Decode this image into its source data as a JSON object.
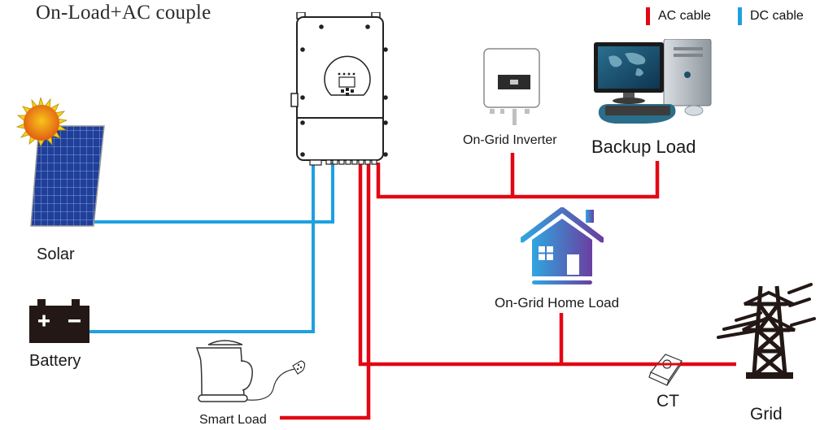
{
  "title": "On-Load+AC couple",
  "legend": [
    {
      "label": "AC cable",
      "color": "#e30613"
    },
    {
      "label": "DC cable",
      "color": "#1ea0e0"
    }
  ],
  "components": {
    "solar": {
      "label": "Solar",
      "icon": "solar-panel-icon"
    },
    "battery": {
      "label": "Battery",
      "icon": "battery-icon",
      "terminals": [
        "+",
        "−"
      ]
    },
    "hybrid_inverter": {
      "icon": "hybrid-inverter-icon"
    },
    "on_grid_inverter": {
      "label": "On-Grid Inverter",
      "icon": "on-grid-inverter-icon"
    },
    "backup_load": {
      "label": "Backup Load",
      "icon": "computer-icon"
    },
    "home_load": {
      "label": "On-Grid Home Load",
      "icon": "house-icon"
    },
    "smart_load": {
      "label": "Smart Load",
      "icon": "kettle-icon"
    },
    "ct": {
      "label": "CT",
      "icon": "ct-clamp-icon"
    },
    "grid": {
      "label": "Grid",
      "icon": "power-tower-icon"
    }
  },
  "connections": [
    {
      "from": "Solar",
      "to": "Inverter",
      "type": "DC cable"
    },
    {
      "from": "Battery",
      "to": "Inverter",
      "type": "DC cable"
    },
    {
      "from": "Inverter",
      "to": "On-Grid Inverter",
      "type": "AC cable"
    },
    {
      "from": "Inverter",
      "to": "Backup Load",
      "type": "AC cable"
    },
    {
      "from": "Inverter",
      "to": "On-Grid Home Load",
      "type": "AC cable"
    },
    {
      "from": "Inverter",
      "to": "Grid",
      "type": "AC cable",
      "via": "CT"
    },
    {
      "from": "Inverter",
      "to": "Smart Load",
      "type": "AC cable"
    }
  ]
}
